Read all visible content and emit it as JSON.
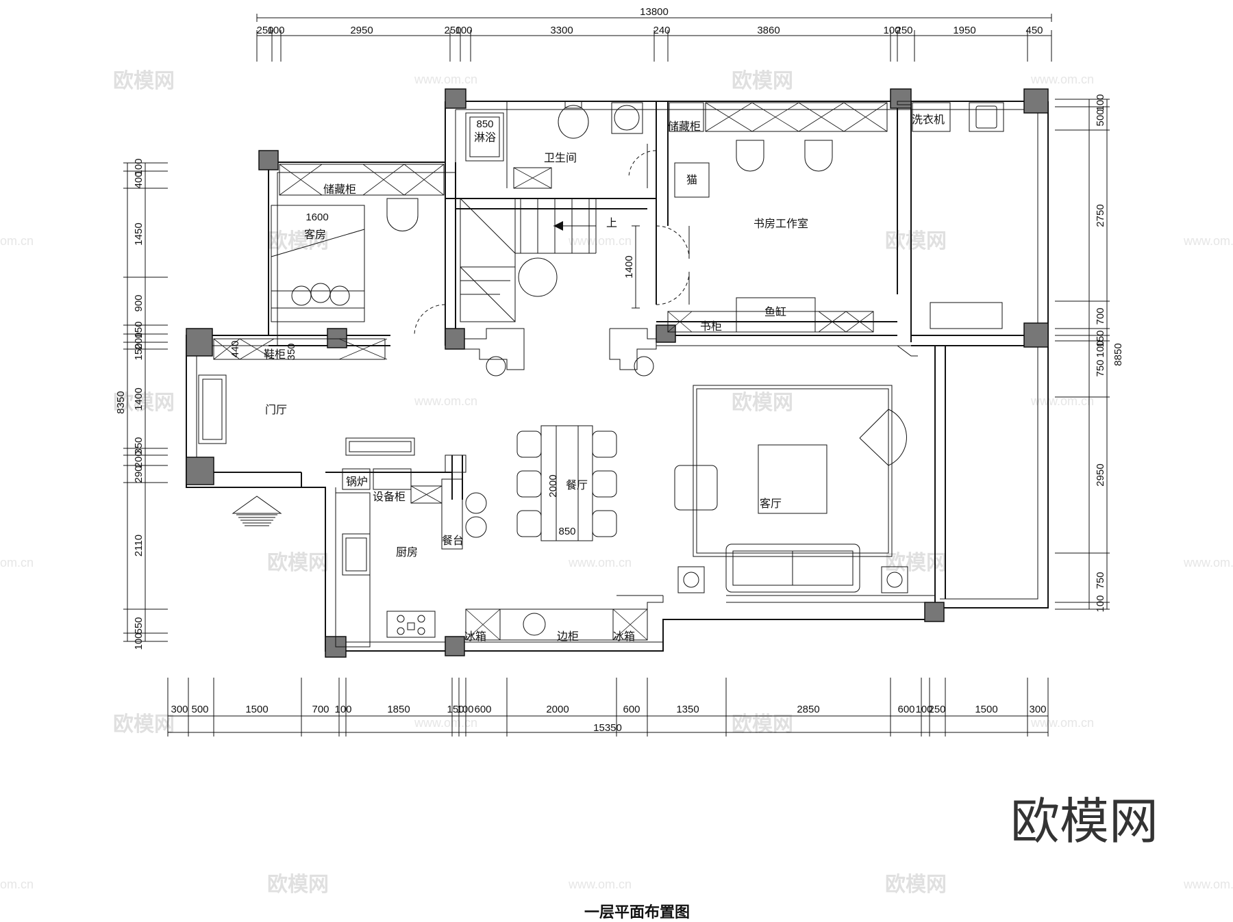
{
  "drawing_title": "一层平面布置图",
  "brand_logo": "欧模网",
  "watermark_text": "欧模网",
  "watermark_url": "www.om.cn",
  "watermark_url_short": "om.cn",
  "rooms": {
    "bathroom": "卫生间",
    "shower": "淋浴",
    "storage_top": "储藏柜",
    "storage_left": "储藏柜",
    "guest_room": "客房",
    "study": "书房工作室",
    "cat": "猫",
    "fish_tank": "鱼缸",
    "bookcase": "书柜",
    "washer": "洗衣机",
    "foyer": "门厅",
    "shoe_cabinet": "鞋柜",
    "boiler": "锅炉",
    "equipment_cabinet": "设备柜",
    "kitchen": "厨房",
    "breakfast_bar": "餐台",
    "dining": "餐厅",
    "living": "客厅",
    "fridge_1": "冰箱",
    "fridge_2": "冰箱",
    "sideboard": "边柜",
    "up": "上"
  },
  "inner_dims": {
    "shower_width": "850",
    "guest_bed": "1600",
    "stair_run": "1400",
    "shoe_depth": "440",
    "shoe_width": "350",
    "table_length": "2000",
    "table_width": "850"
  },
  "top_dims": {
    "total": "13800",
    "segments": [
      "250",
      "100",
      "2950",
      "250",
      "100",
      "3300",
      "240",
      "3860",
      "100",
      "250",
      "1950",
      "450"
    ]
  },
  "bottom_dims": {
    "total": "15350",
    "segments": [
      "300",
      "500",
      "1500",
      "700",
      "100",
      "1850",
      "150",
      "100",
      "600",
      "2000",
      "600",
      "1350",
      "2850",
      "600",
      "100",
      "250",
      "1500",
      "300"
    ]
  },
  "left_dims": {
    "total": "8350",
    "segments": [
      "100",
      "400",
      "1450",
      "900",
      "150",
      "200",
      "150",
      "1400",
      "350",
      "200",
      "290",
      "2110",
      "550",
      "100"
    ]
  },
  "right_dims": {
    "total": "8850",
    "segments": [
      "100",
      "500",
      "2750",
      "700",
      "150",
      "100",
      "750",
      "2950",
      "750",
      "100"
    ]
  }
}
